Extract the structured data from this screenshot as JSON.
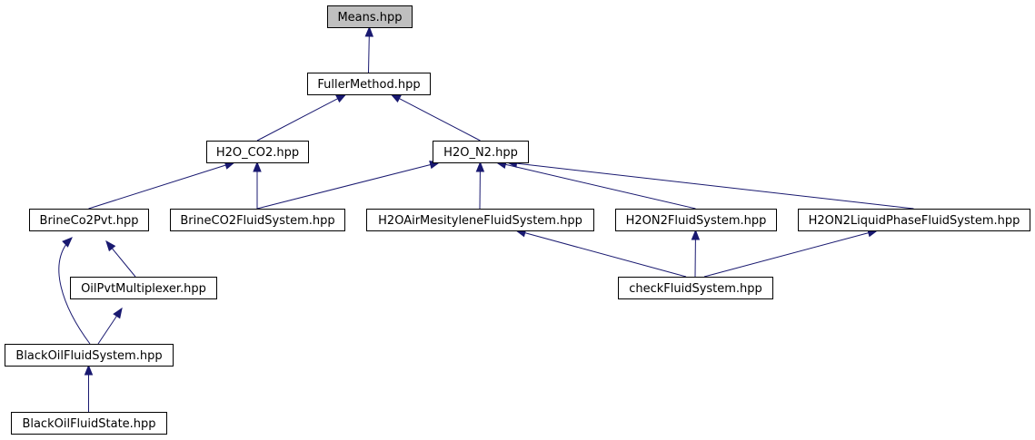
{
  "graph": {
    "nodes": [
      {
        "id": "means",
        "label": "Means.hpp",
        "highlight": true
      },
      {
        "id": "fuller",
        "label": "FullerMethod.hpp"
      },
      {
        "id": "h2oco2",
        "label": "H2O_CO2.hpp"
      },
      {
        "id": "h2on2",
        "label": "H2O_N2.hpp"
      },
      {
        "id": "brineco2pvt",
        "label": "BrineCo2Pvt.hpp"
      },
      {
        "id": "brineco2fs",
        "label": "BrineCO2FluidSystem.hpp"
      },
      {
        "id": "h2oair",
        "label": "H2OAirMesityleneFluidSystem.hpp"
      },
      {
        "id": "h2on2fs",
        "label": "H2ON2FluidSystem.hpp"
      },
      {
        "id": "h2on2liq",
        "label": "H2ON2LiquidPhaseFluidSystem.hpp"
      },
      {
        "id": "oilpvt",
        "label": "OilPvtMultiplexer.hpp"
      },
      {
        "id": "checkfs",
        "label": "checkFluidSystem.hpp"
      },
      {
        "id": "blackoilfs",
        "label": "BlackOilFluidSystem.hpp"
      },
      {
        "id": "blackoilstate",
        "label": "BlackOilFluidState.hpp"
      }
    ],
    "edges": [
      {
        "from": "fuller",
        "to": "means"
      },
      {
        "from": "h2oco2",
        "to": "fuller"
      },
      {
        "from": "h2on2",
        "to": "fuller"
      },
      {
        "from": "brineco2pvt",
        "to": "h2oco2"
      },
      {
        "from": "brineco2fs",
        "to": "h2oco2"
      },
      {
        "from": "brineco2fs",
        "to": "h2on2"
      },
      {
        "from": "h2oair",
        "to": "h2on2"
      },
      {
        "from": "h2on2fs",
        "to": "h2on2"
      },
      {
        "from": "h2on2liq",
        "to": "h2on2"
      },
      {
        "from": "oilpvt",
        "to": "brineco2pvt"
      },
      {
        "from": "blackoilfs",
        "to": "brineco2pvt"
      },
      {
        "from": "blackoilfs",
        "to": "oilpvt"
      },
      {
        "from": "checkfs",
        "to": "h2oair"
      },
      {
        "from": "checkfs",
        "to": "h2on2fs"
      },
      {
        "from": "checkfs",
        "to": "h2on2liq"
      },
      {
        "from": "blackoilstate",
        "to": "blackoilfs"
      }
    ],
    "colors": {
      "edge": "#191970",
      "root_fill": "#bfbfbf",
      "node_fill": "#ffffff",
      "border": "#000000"
    }
  }
}
